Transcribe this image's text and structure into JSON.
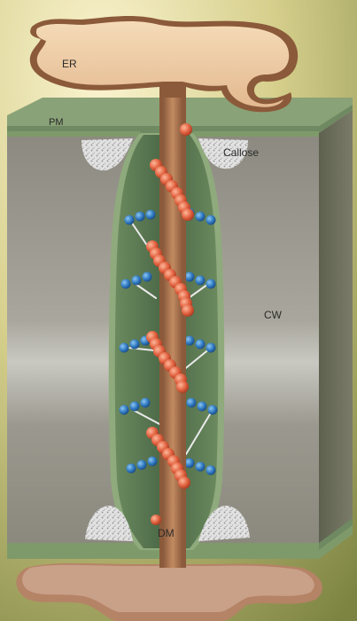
{
  "labels": {
    "er": "ER",
    "pm": "PM",
    "callose": "Callose",
    "cw": "CW",
    "dm": "DM"
  },
  "colors": {
    "background_glow": "#f6edc0",
    "background_edge": "#8a8f48",
    "er_fill": "#f0cfa8",
    "er_rim": "#8b5a3a",
    "cell_wall_face": "#9a978c",
    "cell_wall_side": "#686a55",
    "plasma_membrane": "#7f9a6a",
    "channel_fill": "#4f6a4a",
    "desmotubule": "#b07a55",
    "red_particles": "#e0603e",
    "blue_particles": "#2f78c0",
    "callose": "#d8d8d8",
    "spokes": "#e8e8e8"
  }
}
